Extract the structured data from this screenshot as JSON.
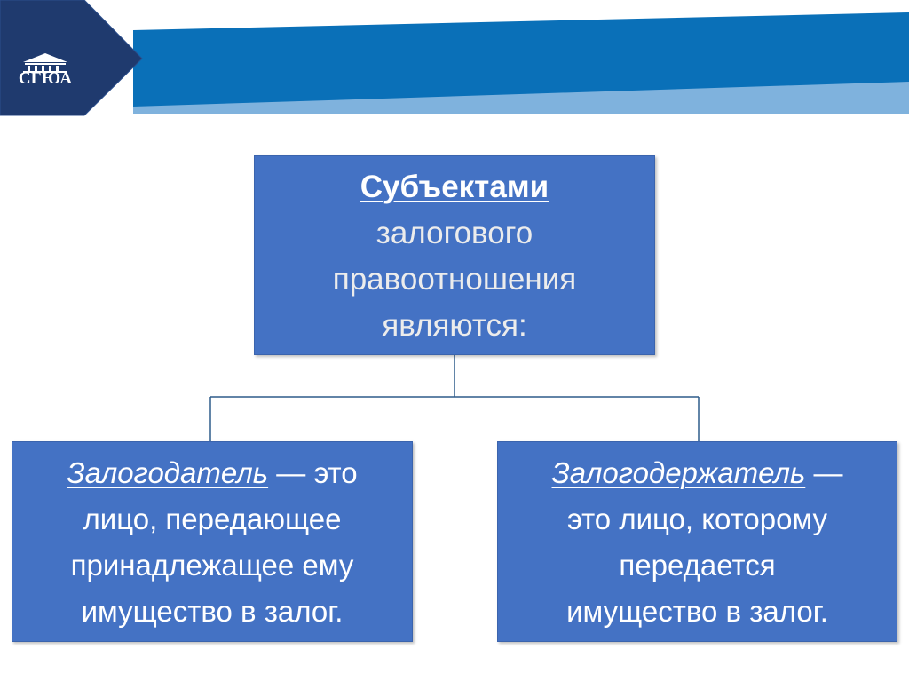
{
  "header": {
    "logo_text": "СГЮА"
  },
  "diagram": {
    "root": {
      "title": "Субъектами",
      "lines": [
        "залогового",
        "правоотношения",
        "являются:"
      ]
    },
    "left": {
      "term": "Залогодатель",
      "rest_first": " — это",
      "lines": [
        "лицо, передающее",
        "принадлежащее ему",
        "имущество в залог."
      ]
    },
    "right": {
      "term": "Залогодержатель",
      "rest_first": " —",
      "lines": [
        "это лицо, которому",
        "передается",
        "имущество в залог."
      ]
    }
  },
  "colors": {
    "band_blue": "#0a70b8",
    "dark_navy": "#1f3a6e",
    "box_blue": "#4472c4",
    "connector": "#2e5c8a"
  }
}
